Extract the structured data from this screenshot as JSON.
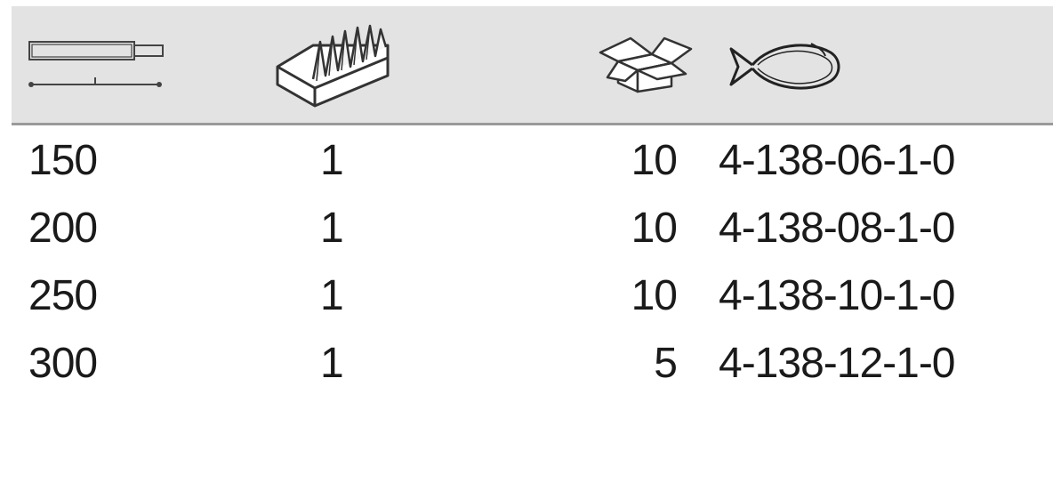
{
  "table": {
    "header_icons": [
      "file-length-icon",
      "thread-cut-icon",
      "package-box-icon",
      "fish-article-icon"
    ],
    "rows": [
      {
        "length": "150",
        "qty": "1",
        "pack": "10",
        "article": "4-138-06-1-0"
      },
      {
        "length": "200",
        "qty": "1",
        "pack": "10",
        "article": "4-138-08-1-0"
      },
      {
        "length": "250",
        "qty": "1",
        "pack": "10",
        "article": "4-138-10-1-0"
      },
      {
        "length": "300",
        "qty": "1",
        "pack": "5",
        "article": "4-138-12-1-0"
      }
    ]
  },
  "colors": {
    "header_background": "#e3e3e3",
    "header_border": "#9a9a9a",
    "text": "#1a1a1a"
  }
}
